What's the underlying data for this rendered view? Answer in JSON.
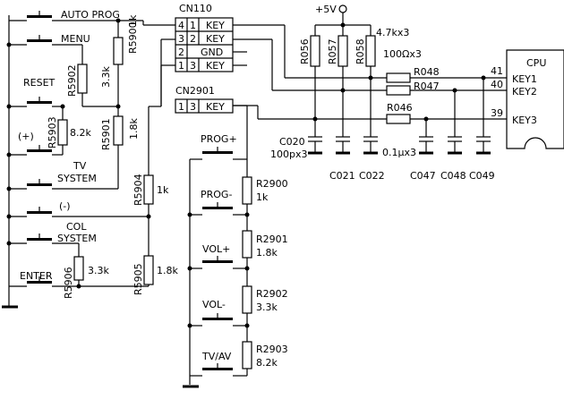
{
  "left_panel": {
    "switches": [
      "AUTO PROG",
      "MENU",
      "RESET",
      "(+)",
      "TV",
      "SYSTEM",
      "(-)",
      "COL",
      "SYSTEM",
      "ENTER"
    ],
    "resistors": [
      {
        "ref": "R5900",
        "value": "1k"
      },
      {
        "ref": "R5902",
        "value": "3.3k"
      },
      {
        "ref": "R5901",
        "value": "1.8k"
      },
      {
        "ref": "R5903",
        "value": "8.2k"
      },
      {
        "ref": "R5904",
        "value": "1k"
      },
      {
        "ref": "R5906",
        "value": "3.3k"
      },
      {
        "ref": "R5905",
        "value": "1.8k"
      }
    ]
  },
  "connector_cn110": {
    "name": "CN110",
    "pins": [
      {
        "num": "4",
        "pin": "1",
        "label": "KEY"
      },
      {
        "num": "3",
        "pin": "2",
        "label": "KEY"
      },
      {
        "num": "2",
        "pin": "",
        "label": "GND"
      },
      {
        "num": "1",
        "pin": "3",
        "label": "KEY"
      }
    ]
  },
  "connector_cn2901": {
    "name": "CN2901",
    "pins": [
      {
        "num": "1",
        "pin": "3",
        "label": "KEY"
      }
    ]
  },
  "right_keys": {
    "switches": [
      "PROG+",
      "PROG-",
      "VOL+",
      "VOL-",
      "TV/AV"
    ],
    "resistors": [
      {
        "ref": "R2900",
        "value": "1k"
      },
      {
        "ref": "R2901",
        "value": "1.8k"
      },
      {
        "ref": "R2902",
        "value": "3.3k"
      },
      {
        "ref": "R2903",
        "value": "8.2k"
      }
    ]
  },
  "pullups": {
    "supply": "+5V",
    "refs": [
      "R056",
      "R057",
      "R058"
    ],
    "value": "4.7kx3"
  },
  "series": {
    "refs": [
      "R048",
      "R047",
      "R046"
    ],
    "value": "100Ωx3"
  },
  "caps": {
    "c020": {
      "ref": "C020",
      "value": "100px3"
    },
    "refs": [
      "C021",
      "C022",
      "C047",
      "C048",
      "C049"
    ],
    "value": "0.1μx3"
  },
  "cpu": {
    "title": "CPU",
    "pins": [
      {
        "num": "41",
        "label": "KEY1"
      },
      {
        "num": "40",
        "label": "KEY2"
      },
      {
        "num": "39",
        "label": "KEY3"
      }
    ]
  }
}
